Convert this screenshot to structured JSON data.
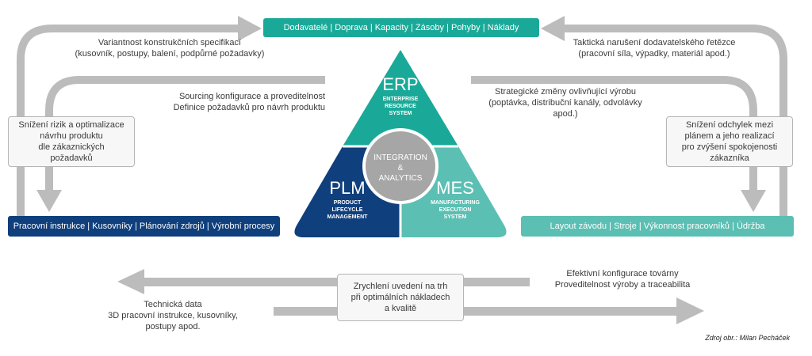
{
  "top_bar": "Dodavatelé | Doprava | Kapacity | Zásoby | Pohyby | Náklady",
  "left_bar": "Pracovní instrukce | Kusovníky | Plánování zdrojů | Výrobní procesy",
  "right_bar": "Layout závodu | Stroje | Výkonnost pracovníků | Údržba",
  "tl_text": [
    "Variantnost konstrukčních specifikací",
    "(kusovník, postupy, balení, podpůrné požadavky)"
  ],
  "tr_text": [
    "Taktická narušení dodavatelského řetězce",
    "(pracovní síla, výpadky, materiál apod.)"
  ],
  "ml_text": [
    "Sourcing konfigurace a proveditelnost",
    "Definice požadavků pro návrh produktu"
  ],
  "mr_text": [
    "Strategické změny ovlivňující výrobu",
    "(poptávka, distribuční kanály, odvolávky",
    "apod.)"
  ],
  "left_box": [
    "Snížení rizik a optimalizace",
    "návrhu produktu",
    "dle zákaznických",
    "požadavků"
  ],
  "right_box": [
    "Snížení odchylek mezi",
    "plánem a jeho realizací",
    "pro zvýšení spokojenosti",
    "zákazníka"
  ],
  "erp": {
    "title": "ERP",
    "sub": [
      "ENTERPRISE",
      "RESOURCE",
      "SYSTEM"
    ]
  },
  "plm": {
    "title": "PLM",
    "sub": [
      "PRODUCT",
      "LIFECYCLE",
      "MANAGEMENT"
    ]
  },
  "mes": {
    "title": "MES",
    "sub": [
      "MANUFACTURING",
      "EXECUTION",
      "SYSTEM"
    ]
  },
  "center": [
    "INTEGRATION",
    "&",
    "ANALYTICS"
  ],
  "bottom_right_text": [
    "Efektivní konfigurace továrny",
    "Proveditelnost výroby a traceabilita"
  ],
  "bottom_left_text": [
    "Technická data",
    "3D pracovní instrukce, kusovníky,",
    "postupy apod."
  ],
  "bottom_box": [
    "Zrychlení uvedení na trh",
    "při optimálních nákladech",
    "a kvalitě"
  ],
  "source": "Zdroj obr.: Milan Pecháček",
  "colors": {
    "teal": "#1aa998",
    "navy": "#0f3f7c",
    "light_teal": "#5bbfb3",
    "arrow": "#bcbcbc",
    "center": "#a6a6a6"
  }
}
